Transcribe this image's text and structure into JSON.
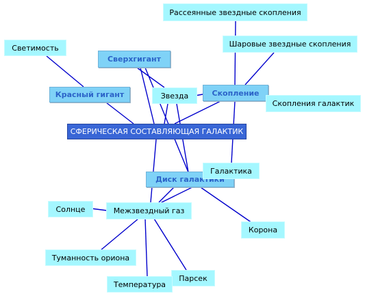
{
  "diagram": {
    "central": "СФЕРИЧЕСКАЯ СОСТАВЛЯЮЩАЯ ГАЛАКТИК",
    "sverkhgigant": "Сверхгигант",
    "krasny_gigant": "Красный гигант",
    "zvezda": "Звезда",
    "skoplenie": "Скопление",
    "disk": "Диск галактики",
    "galaktika": "Галактика",
    "mezhzvezdny_gaz": "Межзвездный газ",
    "svetimost": "Светимость",
    "rasseyannye": "Рассеянные звездные скопления",
    "sharovye": "Шаровые звездные скопления",
    "skopleniya_galaktik": "Скопления галактик",
    "solntse": "Солнце",
    "korona": "Корона",
    "tumannost": "Туманность ориона",
    "parsek": "Парсек",
    "temperatura": "Температура"
  },
  "colors": {
    "edge": "#0000cc",
    "plain_node": "#a4f7ff",
    "mid_node": "#7fd2f7",
    "central_node": "#3966d6"
  }
}
